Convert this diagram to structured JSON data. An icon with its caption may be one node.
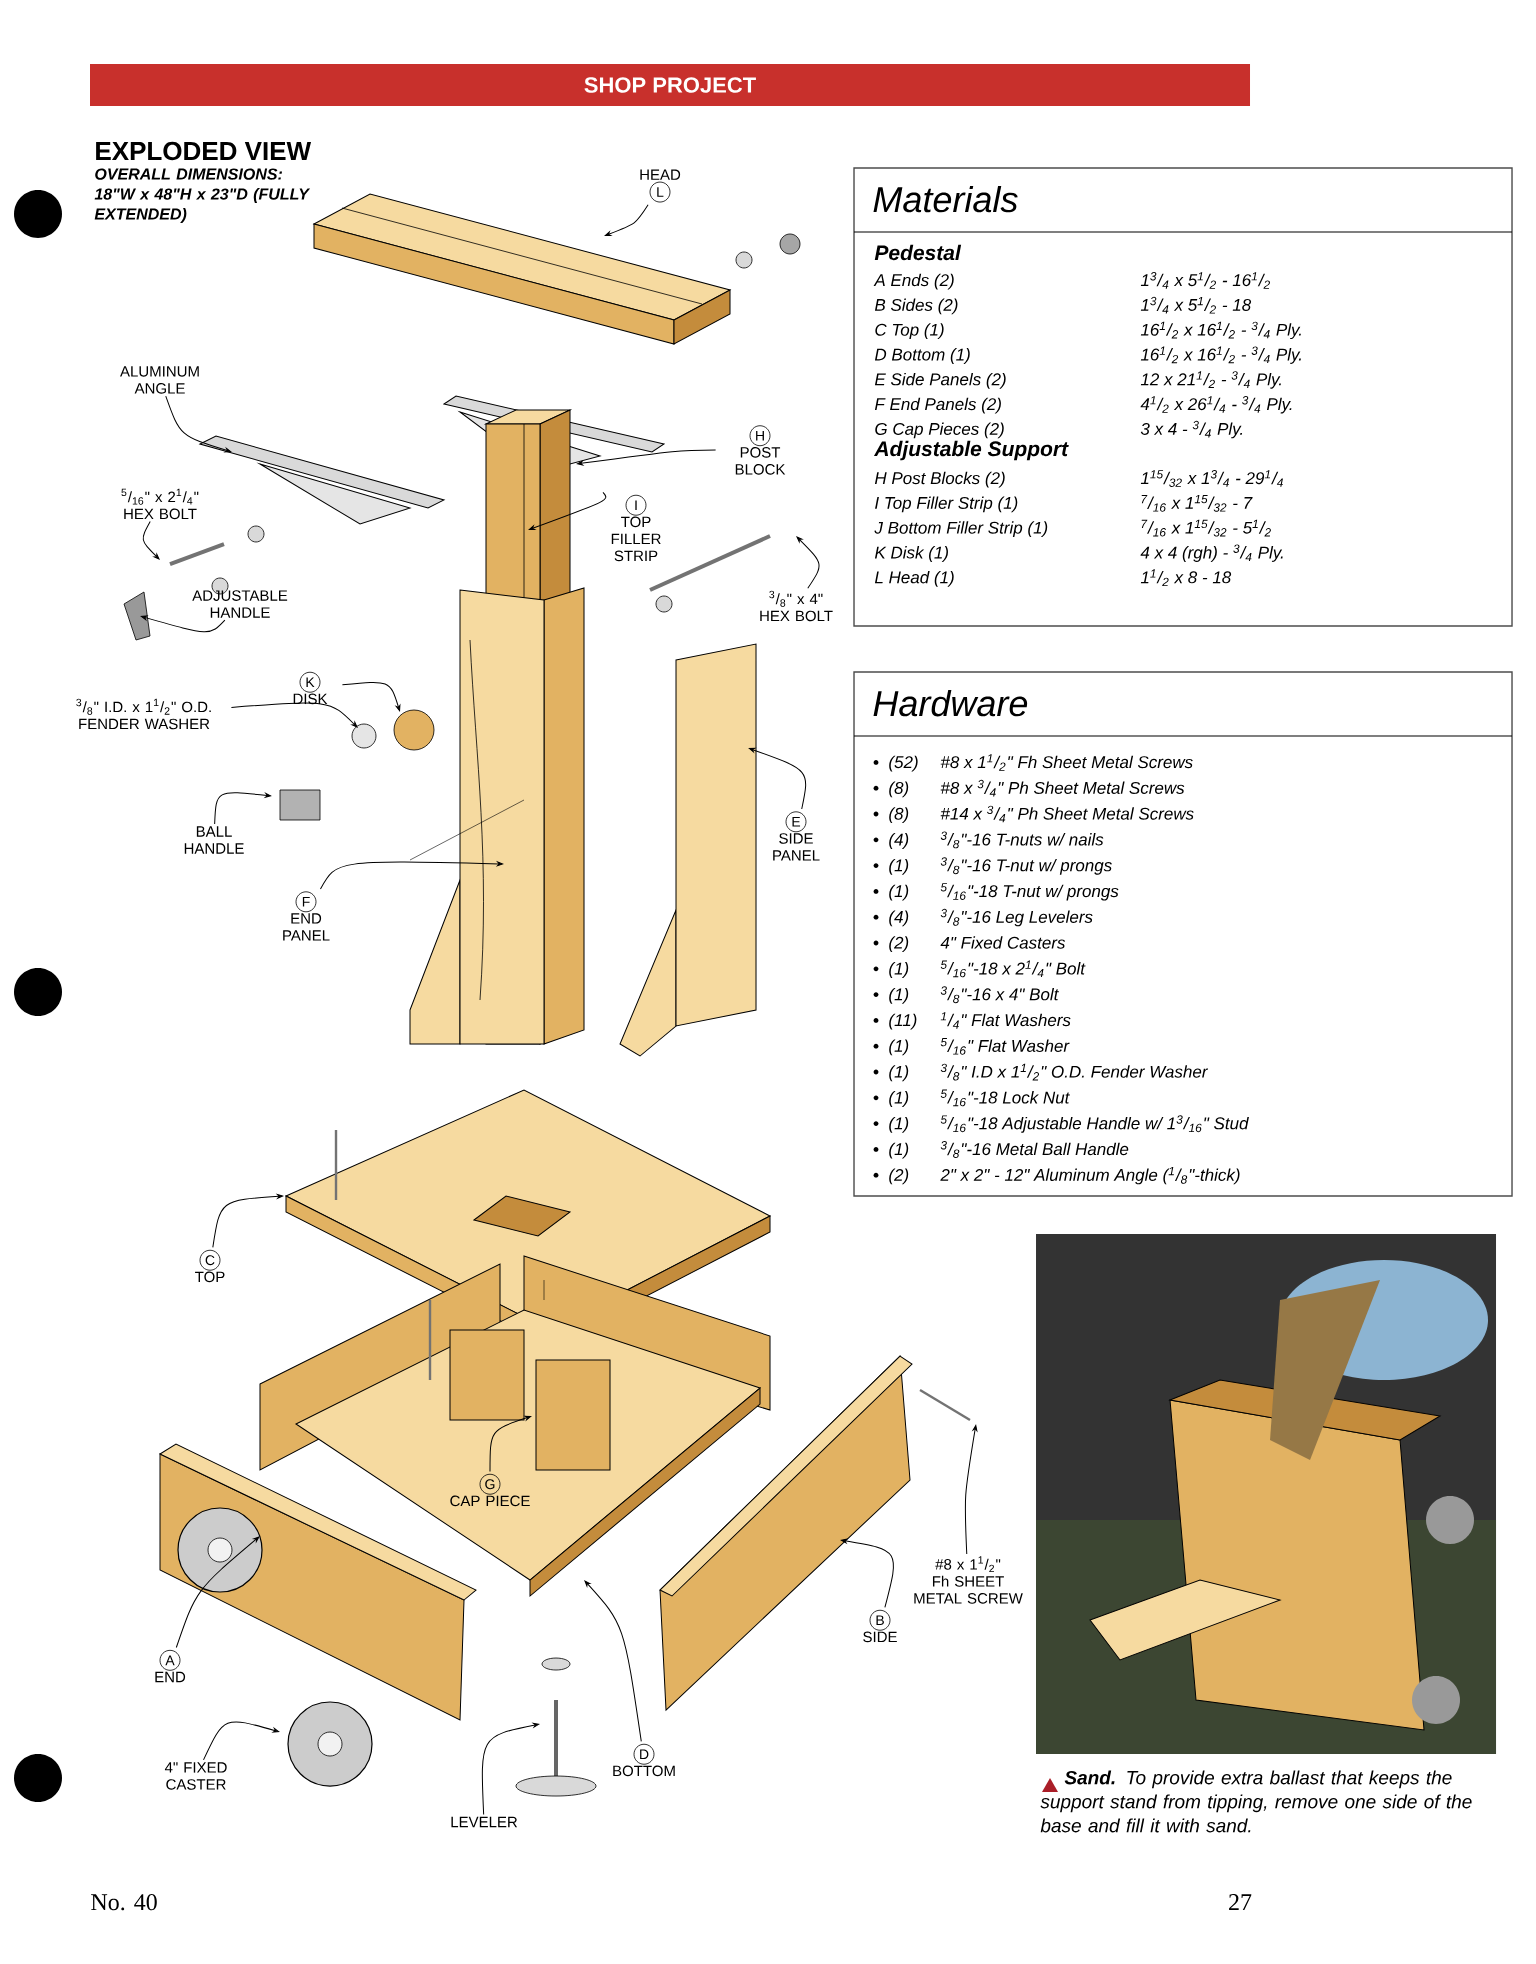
{
  "diagram": {
    "title": "EXPLODED VIEW",
    "nodes": [
      {
        "text": [
          "SHOP PROJECT"
        ]
      },
      {
        "text": [
          "Materials",
          "Pedestal",
          "A Ends (2)",
          "1$^{3}$/$_{4}$ x 5$^{1}$/$_{2}$ - 16$^{1}$/$_{2}$",
          "B Sides (2)",
          "1$^{3}$/$_{4}$ x 5$^{1}$/$_{2}$ - 18",
          "C Top (1)",
          "16$^{1}$/$_{2}$ x 16$^{1}$/$_{2}$ - $^{3}$/$_{4}$ Ply.",
          "D Bottom (1)",
          "16$^{1}$/$_{2}$ x 16$^{1}$/$_{2}$ - $^{3}$/$_{4}$ Ply.",
          "E Side Panels (2)",
          "12 x 21$^{1}$/$_{2}$ - $^{3}$/$_{4}$ Ply.",
          "F End Panels (2)",
          "4$^{1}$/$_{2}$ x 26$^{1}$/$_{4}$ - $^{3}$/$_{4}$ Ply.",
          "G Cap Pieces (2)",
          "3 x 4 - $^{3}$/$_{4}$ Ply.",
          "Adjustable Support",
          "H Post Blocks (2)",
          "1$^{15}$/$_{32}$ x 1$^{3}$/$_{4}$ - 29$^{1}$/$_{4}$",
          "I Top Filler Strip (1)",
          "$^{7}$/$_{16}$ x 1$^{15}$/$_{32}$ - 7",
          "J Bottom Filler Strip (1)",
          "$^{7}$/$_{16}$ x 1$^{15}$/$_{32}$ - 5$^{1}$/$_{2}$",
          "K Disk (1)",
          "4 x 4 (rgh) - $^{3}$/$_{4}$ Ply.",
          "L Head (1)",
          "1$^{1}$/$_{2}$ x 8 - 18"
        ]
      },
      {
        "text": [
          "Hardware",
          "(52)",
          "#8 x 1$^{1}$/$_{2}$\" Fh Sheet Metal Screws",
          "(8)",
          "#8 x $^{3}$/$_{4}$\" Ph Sheet Metal Screws",
          "(8)",
          "#14 x $^{3}$/$_{4}$\" Ph Sheet Metal Screws",
          "(4)",
          "$^{3}$/$_{8}$\"-16 T-nuts w/ nails",
          "(1)",
          "$^{3}$/$_{8}$\"-16 T-nut w/ prongs",
          "(1)",
          "$^{5}$/$_{16}$\"-18 T-nut w/ prongs",
          "(4)",
          "$^{3}$/$_{8}$\"-16 Leg Levelers",
          "(2)",
          "4\" Fixed Casters",
          "(1)",
          "$^{5}$/$_{16}$\"-18 x 2$^{1}$/$_{4}$\" Bolt",
          "(1)",
          "$^{3}$/$_{8}$\"-16 x 4\" Bolt",
          "(11)",
          "$^{1}$/$_{4}$\" Flat Washers",
          "(1)",
          "$^{5}$/$_{16}$\" Flat Washer",
          "(1)",
          "$^{3}$/$_{8}$\" I.D x 1$^{1}$/$_{2}$\" O.D. Fender Washer",
          "(1)",
          "$^{5}$/$_{16}$\"-18 Lock Nut",
          "(1)",
          "$^{5}$/$_{16}$\"-18 Adjustable Handle w/ 1$^{3}$/$_{16}$\" Stud",
          "(1)",
          "$^{3}$/$_{8}$\"-16 Metal Ball Handle",
          "(2)",
          "2\" x 2\" - 12\" Aluminum Angle ($^{1}$/$_{8}$\"-thick)"
        ]
      },
      {
        "text": [
          "HEAD",
          "L"
        ]
      },
      {
        "text": [
          "ALUMINUM ANGLE"
        ]
      },
      {
        "text": [
          "$^{5}$/$_{16}$\" x 2$^{1}$/$_{4}$\" HEX BOLT"
        ]
      },
      {
        "text": [
          "ADJUSTABLE HANDLE"
        ]
      },
      {
        "text": [
          "K",
          "DISK"
        ]
      },
      {
        "text": [
          "$^{3}$/$_{8}$\" I.D. x 1$^{1}$/$_{2}$\" O.D. FENDER WASHER"
        ]
      },
      {
        "text": [
          "BALL HANDLE"
        ]
      },
      {
        "text": [
          "F",
          "END PANEL"
        ]
      },
      {
        "text": [
          "H",
          "POST BLOCK"
        ]
      },
      {
        "text": [
          "I",
          "TOP FILLER STRIP"
        ]
      },
      {
        "text": [
          "$^{3}$/$_{8}$\" x 4\" HEX BOLT"
        ]
      },
      {
        "text": [
          "E",
          "SIDE PANEL"
        ]
      },
      {
        "text": [
          "C",
          "TOP"
        ]
      },
      {
        "text": [
          "G",
          "CAP PIECE"
        ]
      },
      {
        "text": [
          "#8 x 1$^{1}$/$_{2}$\" Fh SHEET METAL SCREW"
        ]
      },
      {
        "text": [
          "B",
          "SIDE"
        ]
      },
      {
        "text": [
          "A",
          "END"
        ]
      },
      {
        "text": [
          "4\" FIXED CASTER"
        ]
      },
      {
        "text": [
          "LEVELER"
        ]
      },
      {
        "text": [
          "D",
          "BOTTOM"
        ]
      }
    ],
    "edges": [
      {
        "from": 3,
        "to": null,
        "arrow": "to"
      },
      {
        "from": 4,
        "to": null,
        "arrow": "to"
      },
      {
        "from": 5,
        "to": null,
        "arrow": "to"
      },
      {
        "from": 6,
        "to": null,
        "arrow": "to"
      },
      {
        "from": 7,
        "to": null,
        "arrow": "to"
      },
      {
        "from": 8,
        "to": null,
        "arrow": "to"
      },
      {
        "from": 9,
        "to": null,
        "arrow": "to"
      },
      {
        "from": 10,
        "to": null,
        "arrow": "to"
      },
      {
        "from": 11,
        "to": null,
        "arrow": "to"
      },
      {
        "from": 12,
        "to": null,
        "arrow": "to"
      },
      {
        "from": 13,
        "to": null,
        "arrow": "to"
      },
      {
        "from": 14,
        "to": null,
        "arrow": "to"
      },
      {
        "from": 15,
        "to": null,
        "arrow": "to"
      },
      {
        "from": 16,
        "to": null,
        "arrow": "to"
      },
      {
        "from": 17,
        "to": null,
        "arrow": "to"
      },
      {
        "from": 18,
        "to": null,
        "arrow": "to"
      },
      {
        "from": 19,
        "to": null,
        "arrow": "to"
      },
      {
        "from": 20,
        "to": null,
        "arrow": "to"
      },
      {
        "from": 21,
        "to": null,
        "arrow": "to"
      },
      {
        "from": 22,
        "to": null,
        "arrow": "to"
      }
    ],
    "labels": [
      "OVERALL DIMENSIONS: 18\"W x 48\"H x 23\"D (FULLY EXTENDED)",
      "**Sand.** To provide extra ballast that keeps the support stand from tipping, remove one side of the base and fill it with sand.",
      "No. 40",
      "27"
    ]
  }
}
